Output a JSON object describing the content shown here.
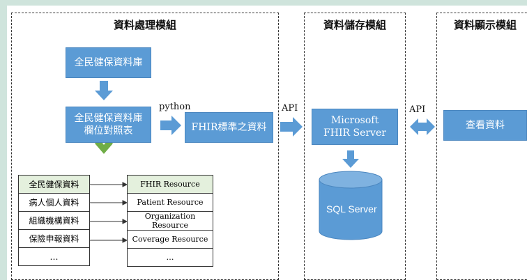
{
  "colors": {
    "box_fill": "#5b9bd5",
    "arrow_fill": "#5b9bd5",
    "check_fill": "#70ad47",
    "table_header_fill": "#e4f0dd",
    "background": "#cfe4dc"
  },
  "modules": {
    "processing": {
      "title": "資料處理模組",
      "db_box": "全民健保資料庫",
      "mapping_box_line1": "全民健保資料庫",
      "mapping_box_line2": "欄位對照表",
      "python_label": "python",
      "fhir_box": "FHIR標準之資料",
      "left_table": [
        "全民健保資料",
        "病人個人資料",
        "組織機構資料",
        "保險申報資料",
        "…"
      ],
      "right_table": [
        "FHIR Resource",
        "Patient Resource",
        "Organization Resource",
        "Coverage Resource",
        "…"
      ]
    },
    "storage": {
      "title": "資料儲存模組",
      "server_line1": "Microsoft",
      "server_line2": "FHIR Server",
      "db_label": "SQL Server"
    },
    "display": {
      "title": "資料顯示模組",
      "view_box": "查看資料"
    }
  },
  "labels": {
    "api_left": "API",
    "api_right": "API"
  }
}
